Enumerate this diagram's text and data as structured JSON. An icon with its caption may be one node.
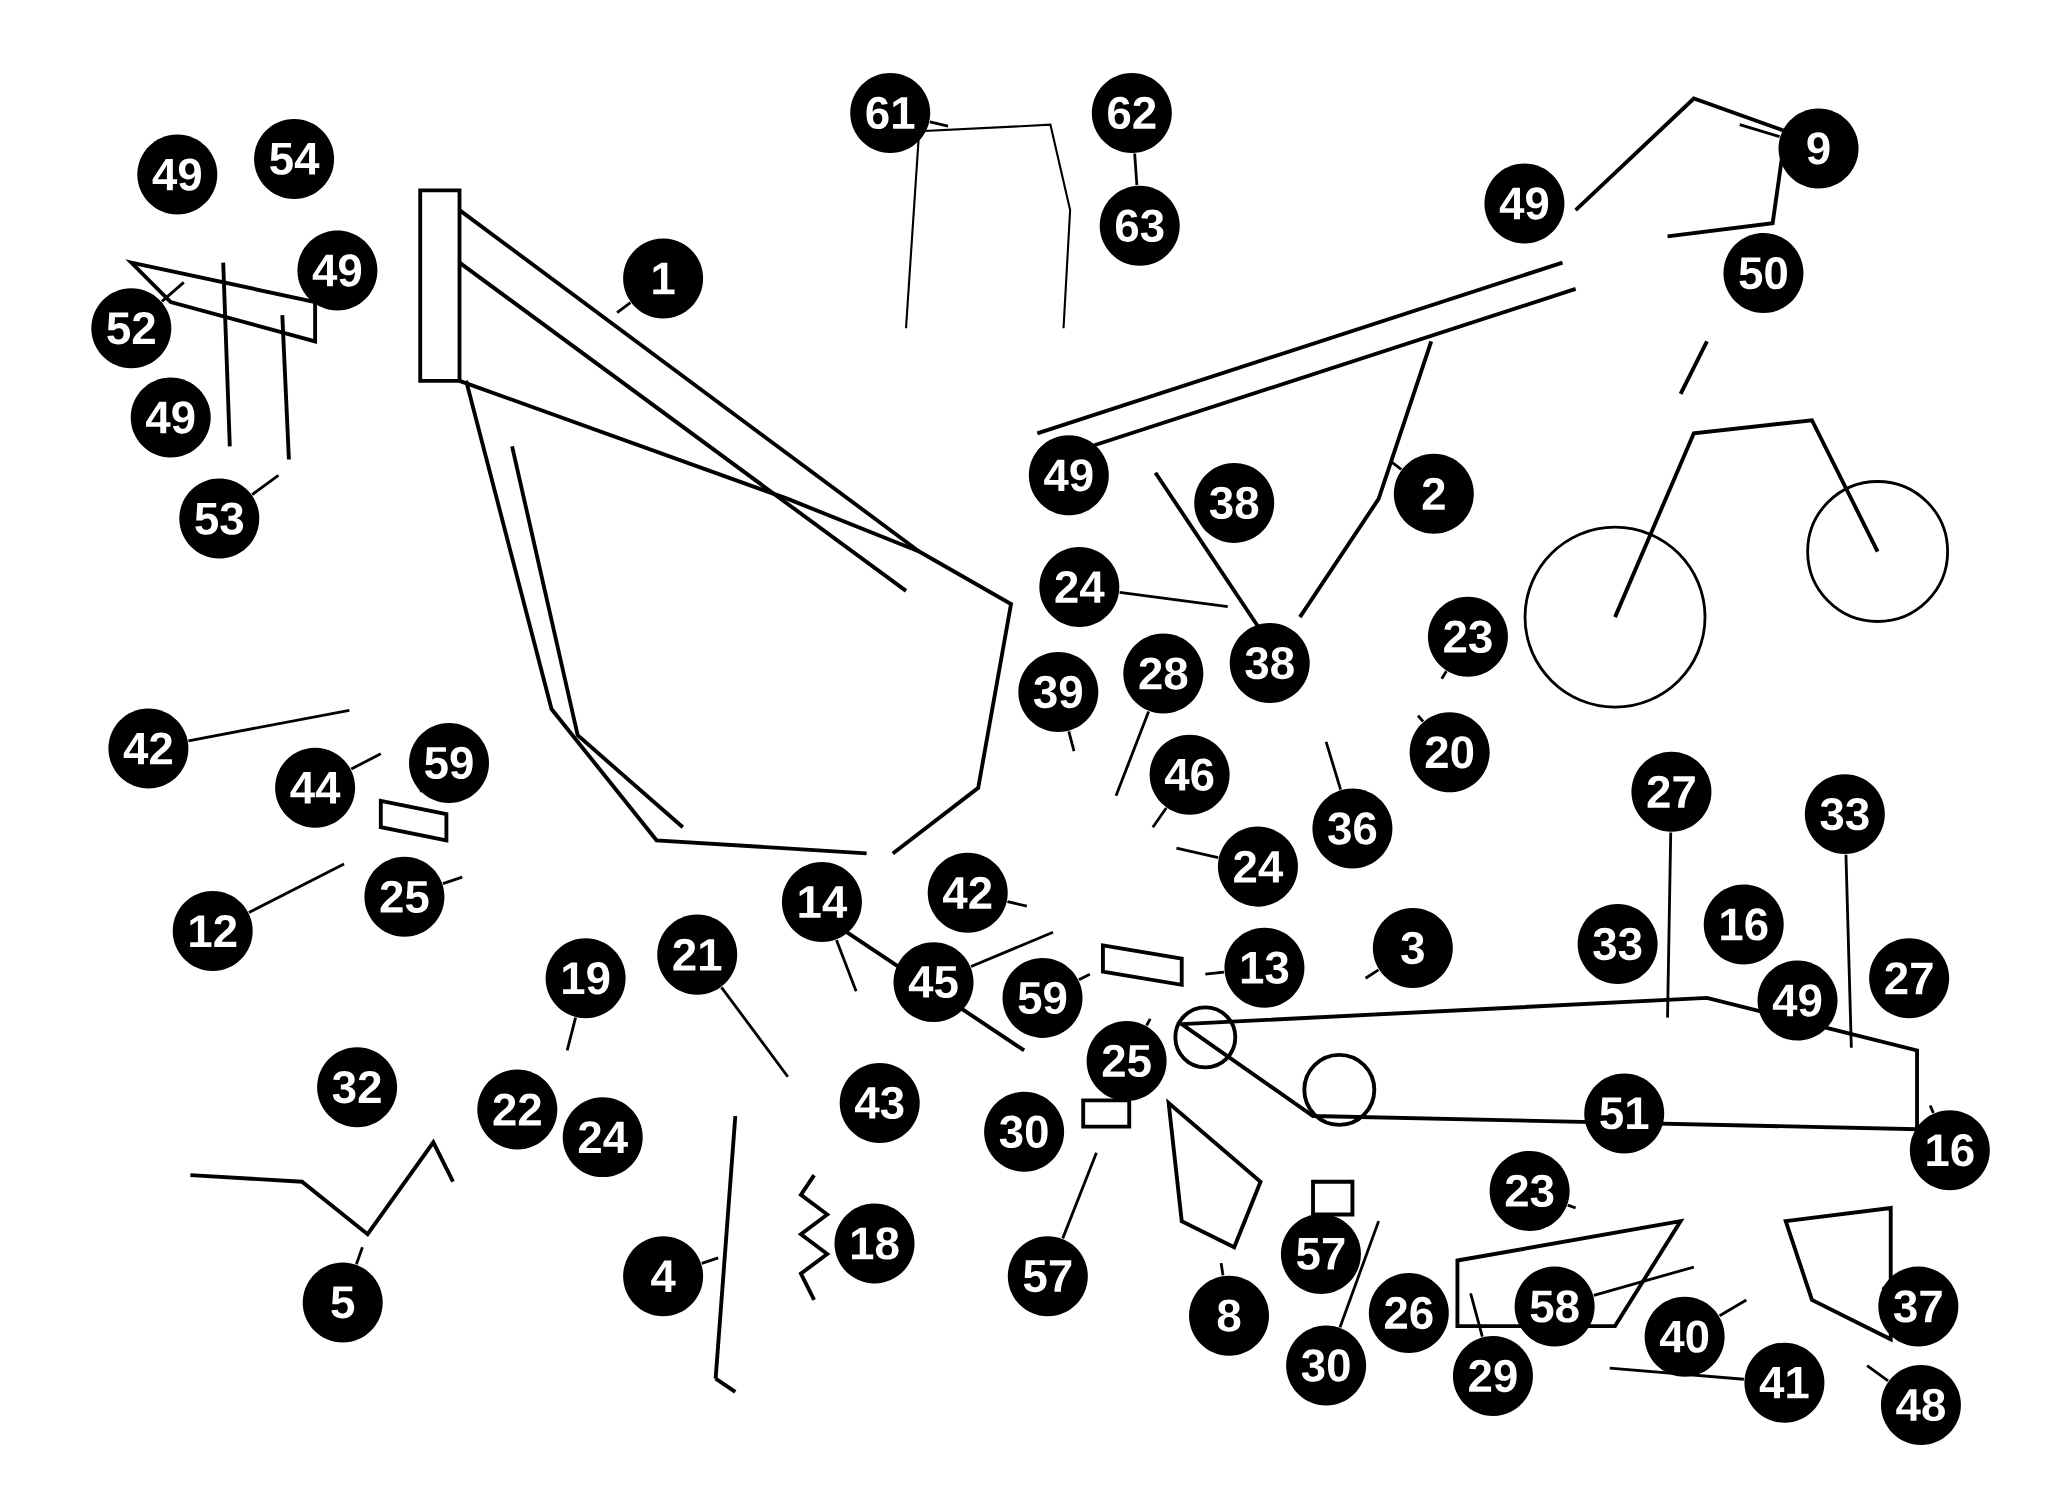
{
  "diagram": {
    "nodes": [
      {
        "text": [
          "61"
        ]
      },
      {
        "text": [
          "62"
        ]
      },
      {
        "text": [
          "63"
        ]
      },
      {
        "text": [
          "49"
        ]
      },
      {
        "text": [
          "54"
        ]
      },
      {
        "text": [
          "9"
        ]
      },
      {
        "text": [
          "49"
        ]
      },
      {
        "text": [
          "49"
        ]
      },
      {
        "text": [
          "1"
        ]
      },
      {
        "text": [
          "50"
        ]
      },
      {
        "text": [
          "52"
        ]
      },
      {
        "text": [
          "49"
        ]
      },
      {
        "text": [
          "49"
        ]
      },
      {
        "text": [
          "2"
        ]
      },
      {
        "text": [
          "38"
        ]
      },
      {
        "text": [
          "53"
        ]
      },
      {
        "text": [
          "24"
        ]
      },
      {
        "text": [
          "23"
        ]
      },
      {
        "text": [
          "38"
        ]
      },
      {
        "text": [
          "39"
        ]
      },
      {
        "text": [
          "28"
        ]
      },
      {
        "text": [
          "20"
        ]
      },
      {
        "text": [
          "42"
        ]
      },
      {
        "text": [
          "59"
        ]
      },
      {
        "text": [
          "44"
        ]
      },
      {
        "text": [
          "46"
        ]
      },
      {
        "text": [
          "27"
        ]
      },
      {
        "text": [
          "33"
        ]
      },
      {
        "text": [
          "36"
        ]
      },
      {
        "text": [
          "24"
        ]
      },
      {
        "text": [
          "25"
        ]
      },
      {
        "text": [
          "42"
        ]
      },
      {
        "text": [
          "14"
        ]
      },
      {
        "text": [
          "12"
        ]
      },
      {
        "text": [
          "16"
        ]
      },
      {
        "text": [
          "33"
        ]
      },
      {
        "text": [
          "3"
        ]
      },
      {
        "text": [
          "21"
        ]
      },
      {
        "text": [
          "13"
        ]
      },
      {
        "text": [
          "45"
        ]
      },
      {
        "text": [
          "19"
        ]
      },
      {
        "text": [
          "59"
        ]
      },
      {
        "text": [
          "49"
        ]
      },
      {
        "text": [
          "27"
        ]
      },
      {
        "text": [
          "25"
        ]
      },
      {
        "text": [
          "32"
        ]
      },
      {
        "text": [
          "43"
        ]
      },
      {
        "text": [
          "22"
        ]
      },
      {
        "text": [
          "51"
        ]
      },
      {
        "text": [
          "24"
        ]
      },
      {
        "text": [
          "30"
        ]
      },
      {
        "text": [
          "16"
        ]
      },
      {
        "text": [
          "23"
        ]
      },
      {
        "text": [
          "18"
        ]
      },
      {
        "text": [
          "57"
        ]
      },
      {
        "text": [
          "57"
        ]
      },
      {
        "text": [
          "4"
        ]
      },
      {
        "text": [
          "5"
        ]
      },
      {
        "text": [
          "8"
        ]
      },
      {
        "text": [
          "26"
        ]
      },
      {
        "text": [
          "58"
        ]
      },
      {
        "text": [
          "37"
        ]
      },
      {
        "text": [
          "40"
        ]
      },
      {
        "text": [
          "30"
        ]
      },
      {
        "text": [
          "29"
        ]
      },
      {
        "text": [
          "41"
        ]
      },
      {
        "text": [
          "48"
        ]
      }
    ],
    "edges": [
      {
        "from": 0,
        "to": null,
        "arrow": "none"
      },
      {
        "from": 1,
        "to": 2,
        "arrow": "none"
      },
      {
        "from": 5,
        "to": null,
        "arrow": "none"
      },
      {
        "from": 8,
        "to": null,
        "arrow": "none"
      },
      {
        "from": 10,
        "to": null,
        "arrow": "none"
      },
      {
        "from": 13,
        "to": null,
        "arrow": "none"
      },
      {
        "from": 15,
        "to": null,
        "arrow": "none"
      },
      {
        "from": 16,
        "to": null,
        "arrow": "none"
      },
      {
        "from": 17,
        "to": null,
        "arrow": "none"
      },
      {
        "from": 19,
        "to": null,
        "arrow": "none"
      },
      {
        "from": 20,
        "to": null,
        "arrow": "none"
      },
      {
        "from": 21,
        "to": null,
        "arrow": "none"
      },
      {
        "from": 22,
        "to": null,
        "arrow": "none"
      },
      {
        "from": 23,
        "to": null,
        "arrow": "none"
      },
      {
        "from": 24,
        "to": null,
        "arrow": "none"
      },
      {
        "from": 25,
        "to": null,
        "arrow": "none"
      },
      {
        "from": 26,
        "to": null,
        "arrow": "none"
      },
      {
        "from": 27,
        "to": null,
        "arrow": "none"
      },
      {
        "from": 28,
        "to": null,
        "arrow": "none"
      },
      {
        "from": 29,
        "to": null,
        "arrow": "none"
      },
      {
        "from": 30,
        "to": null,
        "arrow": "none"
      },
      {
        "from": 31,
        "to": null,
        "arrow": "none"
      },
      {
        "from": 32,
        "to": null,
        "arrow": "none"
      },
      {
        "from": 33,
        "to": null,
        "arrow": "none"
      },
      {
        "from": 36,
        "to": null,
        "arrow": "none"
      },
      {
        "from": 37,
        "to": null,
        "arrow": "none"
      },
      {
        "from": 38,
        "to": null,
        "arrow": "none"
      },
      {
        "from": 39,
        "to": null,
        "arrow": "none"
      },
      {
        "from": 40,
        "to": null,
        "arrow": "none"
      },
      {
        "from": 41,
        "to": null,
        "arrow": "none"
      },
      {
        "from": 44,
        "to": null,
        "arrow": "none"
      },
      {
        "from": 51,
        "to": null,
        "arrow": "none"
      },
      {
        "from": 52,
        "to": null,
        "arrow": "none"
      },
      {
        "from": 55,
        "to": null,
        "arrow": "none"
      },
      {
        "from": 56,
        "to": null,
        "arrow": "none"
      },
      {
        "from": 57,
        "to": null,
        "arrow": "none"
      },
      {
        "from": 58,
        "to": null,
        "arrow": "none"
      },
      {
        "from": 60,
        "to": null,
        "arrow": "none"
      },
      {
        "from": 61,
        "to": null,
        "arrow": "none"
      },
      {
        "from": 62,
        "to": null,
        "arrow": "none"
      },
      {
        "from": 63,
        "to": null,
        "arrow": "none"
      },
      {
        "from": 64,
        "to": null,
        "arrow": "none"
      },
      {
        "from": 65,
        "to": null,
        "arrow": "none"
      },
      {
        "from": 66,
        "to": null,
        "arrow": "none"
      }
    ]
  }
}
